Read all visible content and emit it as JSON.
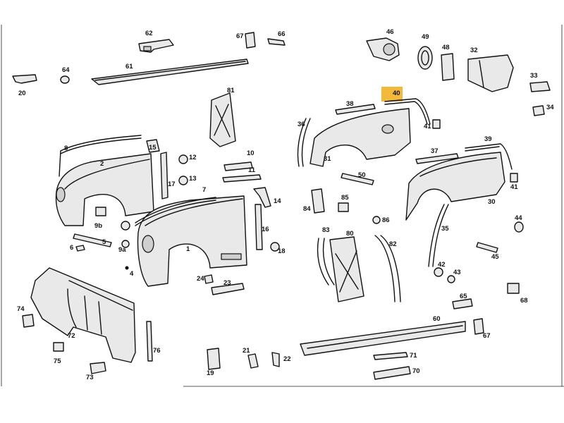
{
  "diagram": {
    "highlight_color": "#f2b93b",
    "page_background": "#ffffff",
    "callouts": {
      "c1": "1",
      "c2": "2",
      "c4": "4",
      "c5": "5",
      "c6": "6",
      "c7": "7",
      "c8": "8",
      "c9a": "9a",
      "c9b": "9b",
      "c10": "10",
      "c11": "11",
      "c12": "12",
      "c13": "13",
      "c14": "14",
      "c15": "15",
      "c16": "16",
      "c17": "17",
      "c18": "18",
      "c19": "19",
      "c20": "20",
      "c21": "21",
      "c22": "22",
      "c23": "23",
      "c24": "24",
      "c30": "30",
      "c31": "31",
      "c32": "32",
      "c33": "33",
      "c34": "34",
      "c35": "35",
      "c36": "36",
      "c37": "37",
      "c38": "38",
      "c39": "39",
      "c40": "40",
      "c41a": "41",
      "c41b": "41",
      "c42": "42",
      "c43": "43",
      "c44": "44",
      "c45": "45",
      "c46": "46",
      "c48": "48",
      "c49": "49",
      "c50": "50",
      "c60": "60",
      "c61": "61",
      "c62": "62",
      "c64": "64",
      "c65": "65",
      "c66": "66",
      "c67a": "67",
      "c67b": "67",
      "c68": "68",
      "c70": "70",
      "c71": "71",
      "c72": "72",
      "c73": "73",
      "c74": "74",
      "c75": "75",
      "c76": "76",
      "c80": "80",
      "c81": "81",
      "c82": "82",
      "c83": "83",
      "c84": "84",
      "c85": "85",
      "c86": "86"
    }
  }
}
